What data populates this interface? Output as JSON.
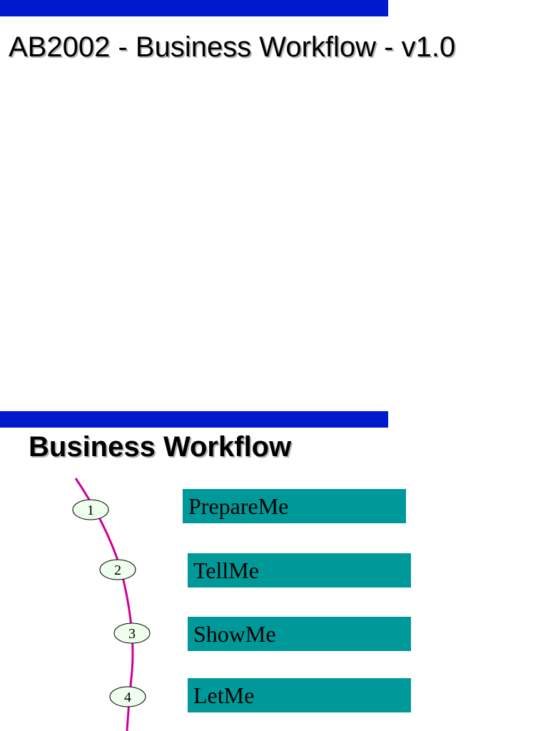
{
  "header": {
    "title": "AB2002 - Business Workflow - v1.0",
    "bar_color": "#0019cc"
  },
  "section": {
    "title": "Business Workflow"
  },
  "workflow": {
    "line_color": "#cc0099",
    "node_fill": "#eeffee",
    "box_color": "#009999",
    "steps": [
      {
        "number": "1",
        "label": "PrepareMe"
      },
      {
        "number": "2",
        "label": "TellMe"
      },
      {
        "number": "3",
        "label": "ShowMe"
      },
      {
        "number": "4",
        "label": "LetMe"
      }
    ]
  }
}
